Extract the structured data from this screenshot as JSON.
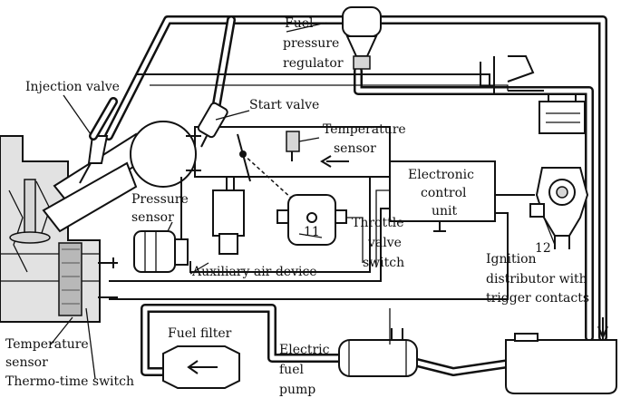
{
  "labels": {
    "fuel_pressure_regulator": [
      "Fuel-",
      "pressure",
      "regulator"
    ],
    "injection_valve": "Injection valve",
    "start_valve": "Start valve",
    "temperature_sensor_air": [
      "Temperature",
      "sensor"
    ],
    "electronic_control_unit": [
      "Electronic",
      "control",
      "unit"
    ],
    "pressure_sensor": [
      "Pressure",
      "sensor"
    ],
    "throttle_valve_switch": [
      "Throttle",
      "valve",
      "switch"
    ],
    "throttle_number": "11",
    "auxiliary_air_device": "Auxiliary air device",
    "ignition_distributor": [
      "Ignition",
      "distributor with",
      "trigger contacts"
    ],
    "ignition_number": "12",
    "fuel_filter": "Fuel filter",
    "electric_fuel_pump": [
      "Electric",
      "fuel",
      "pump"
    ],
    "temperature_sensor_engine": [
      "Temperature",
      "sensor"
    ],
    "thermo_time_switch": "Thermo-time switch"
  }
}
